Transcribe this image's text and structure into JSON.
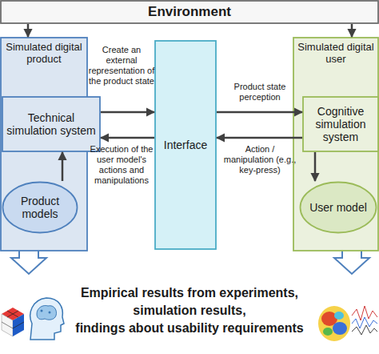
{
  "diagram": {
    "nodes": [
      {
        "text": [
          "Environment"
        ]
      },
      {
        "text": [
          "Simulated digital product"
        ]
      },
      {
        "text": [
          "Technical simulation system"
        ],
        "in": 1
      },
      {
        "text": [
          "Product models"
        ],
        "in": 1
      },
      {
        "text": [
          "Interface"
        ]
      },
      {
        "text": [
          "Simulated digital user"
        ]
      },
      {
        "text": [
          "Cognitive simulation system"
        ],
        "in": 5
      },
      {
        "text": [
          "User model"
        ],
        "in": 5
      }
    ],
    "edges": [
      {
        "from": 0,
        "to": 1,
        "arrow": "to"
      },
      {
        "from": 0,
        "to": 5,
        "arrow": "to"
      },
      {
        "from": 2,
        "to": 4,
        "label": "Create an external representation of the product state",
        "arrow": "to"
      },
      {
        "from": 4,
        "to": 2,
        "label": "Execution of the user model's actions and manipulations",
        "arrow": "to"
      },
      {
        "from": 4,
        "to": 6,
        "label": "Product state perception",
        "arrow": "to"
      },
      {
        "from": 6,
        "to": 4,
        "label": "Action / manipulation (e.g., key-press)",
        "arrow": "to"
      },
      {
        "from": 3,
        "to": 2,
        "arrow": "to"
      },
      {
        "from": 6,
        "to": 7,
        "arrow": "to"
      }
    ],
    "labels": [
      "Empirical results from experiments,",
      "simulation results,",
      "findings about usability requirements"
    ]
  }
}
